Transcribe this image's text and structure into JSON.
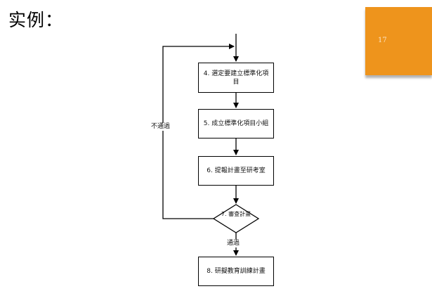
{
  "slide": {
    "title": "实例：",
    "page_number": "17",
    "accent_color": "#ee941c"
  },
  "flowchart": {
    "steps": [
      {
        "id": "step-4",
        "text": "4. 選定要建立標準化項目"
      },
      {
        "id": "step-5",
        "text": "5. 成立標準化項目小組"
      },
      {
        "id": "step-6",
        "text": "6. 提報計畫至研考室"
      },
      {
        "id": "step-8",
        "text": "8. 研擬教育訓練計畫"
      }
    ],
    "decision": {
      "id": "step-7",
      "text": "7. 審查計畫"
    },
    "edge_labels": {
      "fail": "不通過",
      "pass": "通過"
    }
  }
}
